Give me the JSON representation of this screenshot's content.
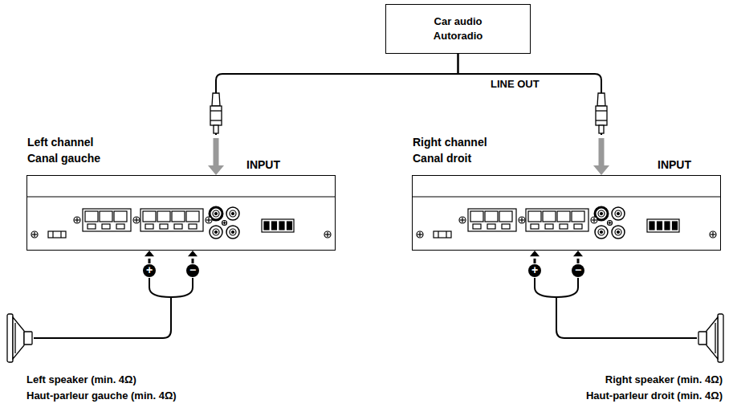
{
  "diagram": {
    "nodes": [
      {
        "text": [
          "Car audio",
          "Autoradio"
        ]
      },
      {
        "text": [
          "Left channel",
          "Canal gauche",
          "INPUT"
        ]
      },
      {
        "text": [
          "Right channel",
          "Canal droit",
          "INPUT"
        ]
      },
      {
        "text": [
          "Left speaker (min. 4Ω)",
          "Haut-parleur gauche (min. 4Ω)"
        ]
      },
      {
        "text": [
          "Right speaker (min. 4Ω)",
          "Haut-parleur droit (min. 4Ω)"
        ]
      }
    ],
    "edges": [
      {
        "from": 0,
        "to": 1,
        "arrow": "to"
      },
      {
        "from": 0,
        "to": 2,
        "arrow": "to",
        "label": "LINE OUT"
      },
      {
        "from": 3,
        "to": 1,
        "arrow": "to"
      },
      {
        "from": 4,
        "to": 2,
        "arrow": "to"
      }
    ],
    "labels": [
      "+",
      "−",
      "+",
      "−"
    ]
  }
}
